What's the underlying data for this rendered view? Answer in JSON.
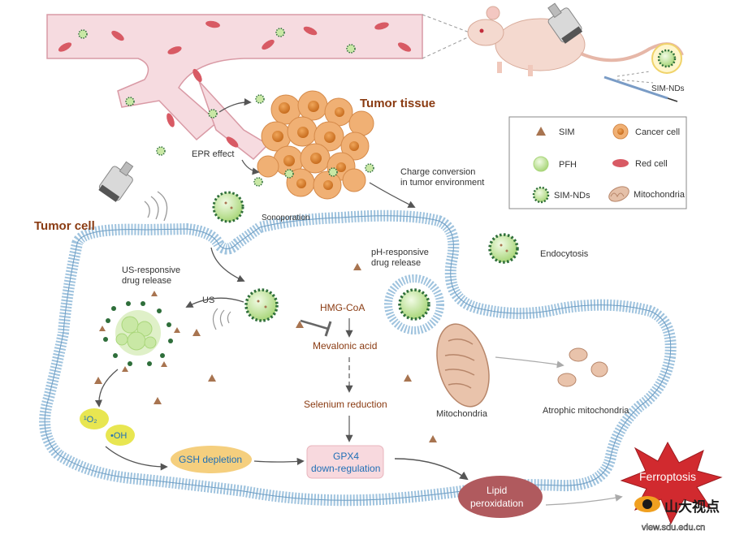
{
  "labels": {
    "tumor_tissue": "Tumor tissue",
    "epr_effect": "EPR effect",
    "sim_nds_mouse": "SIM-NDs",
    "charge_conversion_1": "Charge conversion",
    "charge_conversion_2": "in tumor environment",
    "tumor_cell": "Tumor cell",
    "sonoporation": "Sonoporation",
    "us_responsive_1": "US-responsive",
    "us_responsive_2": "drug release",
    "ph_responsive_1": "pH-responsive",
    "ph_responsive_2": "drug release",
    "endocytosis": "Endocytosis",
    "us": "US",
    "hmg_coa": "HMG-CoA",
    "mevalonic_acid": "Mevalonic acid",
    "selenium_reduction": "Selenium reduction",
    "mitochondria": "Mitochondria",
    "atrophic_mitochondria": "Atrophic mitochondria",
    "singlet_oxygen": "¹O₂",
    "hydroxyl": "•OH",
    "gsh_depletion": "GSH depletion",
    "gpx4_1": "GPX4",
    "gpx4_2": "down-regulation",
    "lipid_1": "Lipid",
    "lipid_2": "peroxidation",
    "ferroptosis": "Ferroptosis"
  },
  "legend": {
    "items": [
      {
        "icon": "sim-triangle-icon",
        "label": "SIM"
      },
      {
        "icon": "cancer-cell-icon",
        "label": "Cancer cell"
      },
      {
        "icon": "pfh-icon",
        "label": "PFH"
      },
      {
        "icon": "red-cell-icon",
        "label": "Red cell"
      },
      {
        "icon": "sim-nds-icon",
        "label": "SIM-NDs"
      },
      {
        "icon": "mitochondria-icon",
        "label": "Mitochondria"
      }
    ]
  },
  "watermark": {
    "text": "山大视点",
    "url": "view.sdu.edu.cn"
  },
  "colors": {
    "vessel": "#f6dbe0",
    "vessel_border": "#d99aa5",
    "red_cell": "#d85a64",
    "tumor": "#f0b074",
    "nucleus": "#d9832f",
    "membrane": "#9fc3de",
    "sim": "#a87450",
    "pfh": "#c9e8a5",
    "nd_dots": "#2e6e3a",
    "brown_text": "#8a3b12",
    "blue_text": "#1f6fb6",
    "ferroptosis": "#d12a2f"
  }
}
